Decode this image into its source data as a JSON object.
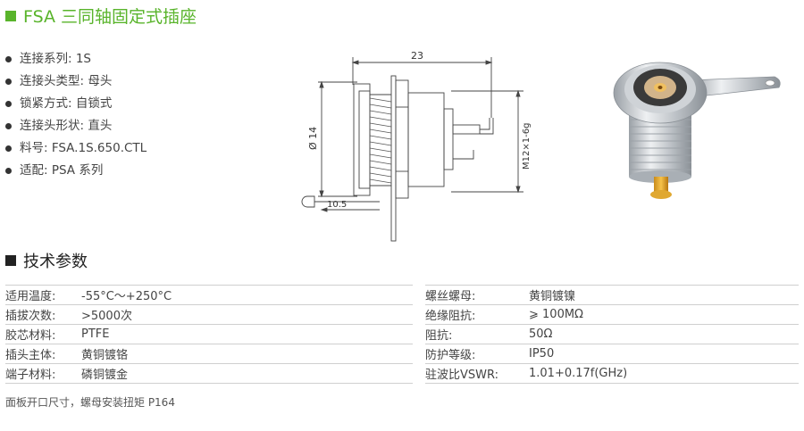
{
  "header": {
    "title": "FSA 三同轴固定式插座"
  },
  "features": [
    "连接系列: 1S",
    "连接头类型: 母头",
    "锁紧方式: 自锁式",
    "连接头形状: 直头",
    "料号: FSA.1S.650.CTL",
    "适配: PSA 系列"
  ],
  "drawing": {
    "length_label": "23",
    "diameter_label": "Ø 14",
    "thread_label": "M12×1-6g",
    "lug_label": "10.5"
  },
  "section": {
    "title": "技术参数"
  },
  "specs_left": [
    {
      "k": "适用温度:",
      "v": "-55°C～+250°C"
    },
    {
      "k": "插拔次数:",
      "v": ">5000次"
    },
    {
      "k": "胶芯材料:",
      "v": "PTFE"
    },
    {
      "k": "插头主体:",
      "v": "黄铜镀铬"
    },
    {
      "k": "端子材料:",
      "v": "磷铜镀金"
    }
  ],
  "specs_right": [
    {
      "k": "螺丝螺母:",
      "v": "黄铜镀镍"
    },
    {
      "k": "绝缘阻抗:",
      "v": "⩾ 100MΩ"
    },
    {
      "k": "阻抗:",
      "v": "50Ω"
    },
    {
      "k": "防护等级:",
      "v": "IP50"
    },
    {
      "k": "驻波比VSWR:",
      "v": "1.01+0.17f(GHz)"
    }
  ],
  "footer": {
    "note": "面板开口尺寸，螺母安装扭矩 P164"
  },
  "colors": {
    "accent": "#59b42b",
    "text": "#333333",
    "rule": "#cfcfcf"
  }
}
